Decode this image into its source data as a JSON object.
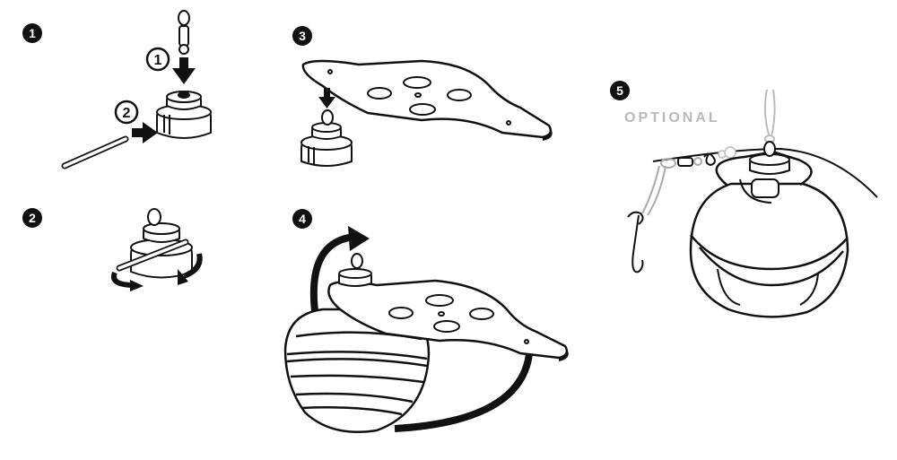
{
  "steps": [
    {
      "number": "1",
      "sub_numbers": [
        "1",
        "2"
      ]
    },
    {
      "number": "2"
    },
    {
      "number": "3"
    },
    {
      "number": "4"
    },
    {
      "number": "5",
      "caption": "OPTIONAL"
    }
  ],
  "colors": {
    "ink": "#111111",
    "paper": "#ffffff",
    "caption": "#b9b9b9",
    "muted": "#cccccc"
  }
}
